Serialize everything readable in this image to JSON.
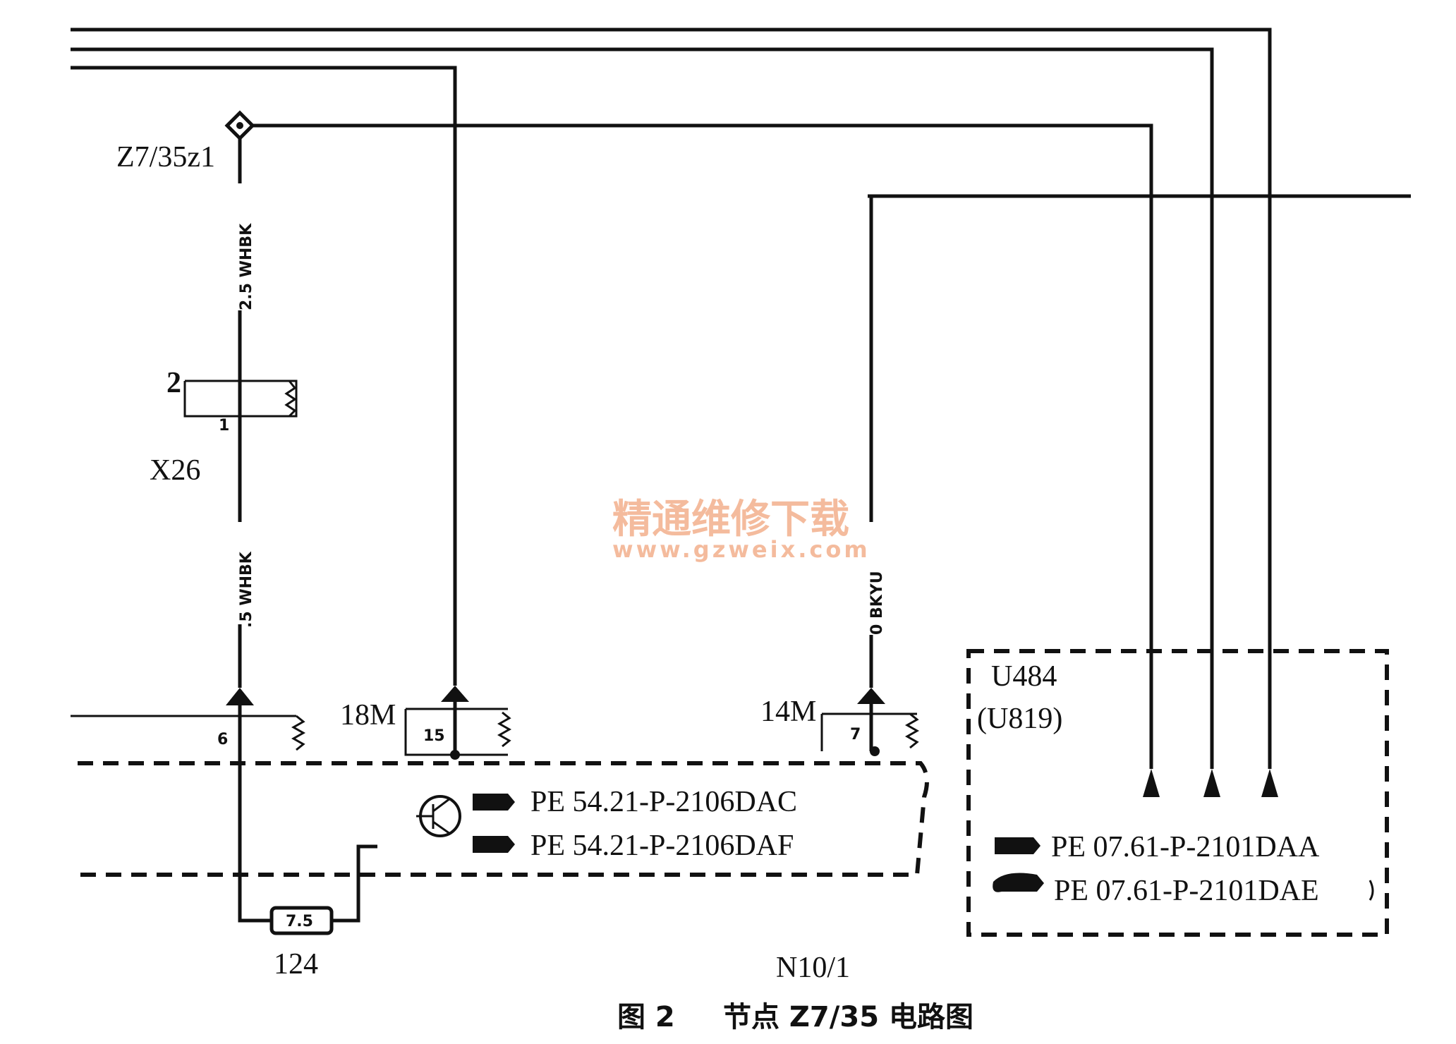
{
  "labels": {
    "splice_z7": "Z7/35z1",
    "connector_x26": "X26",
    "x26_pin_num": "2",
    "x26_inner": "1",
    "wire_upper": "2.5 WHBK",
    "wire_lower": ".5 WHBK",
    "wire_right": "0 BKYU",
    "pin_18m": "18M",
    "pin_14m": "14M",
    "pin_15": "15",
    "pin_7": "7",
    "pin_left": "6",
    "fuse_124": "124",
    "fuse_inner": "7.5",
    "module_u484": "U484",
    "module_u819": "(U819)",
    "module_n10": "N10/1",
    "ref_dac": "PE 54.21-P-2106DAC",
    "ref_daf": "PE 54.21-P-2106DAF",
    "ref_daa": "PE 07.61-P-2101DAA",
    "ref_dae": "PE 07.61-P-2101DAE"
  },
  "watermark": {
    "title": "精通维修下载",
    "url": "www.gzweix.com"
  },
  "caption": {
    "figure": "图 2",
    "title": "节点 Z7/35 电路图"
  },
  "colors": {
    "ink": "#111111",
    "watermark": "#f3b08c",
    "background": "#ffffff"
  }
}
